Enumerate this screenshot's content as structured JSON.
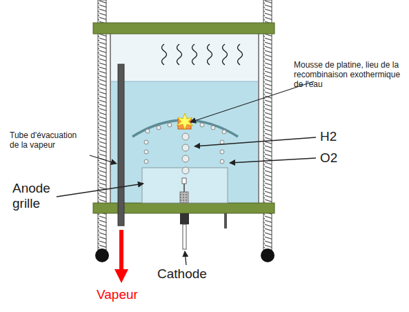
{
  "diagram": {
    "labels": [
      "Mousse de platine, lieu de la recombinaison exothermique de l'eau",
      "H2",
      "O2",
      "Tube d'évacuation de la vapeur",
      "Anode grille",
      "Cathode",
      "Vapeur"
    ]
  }
}
